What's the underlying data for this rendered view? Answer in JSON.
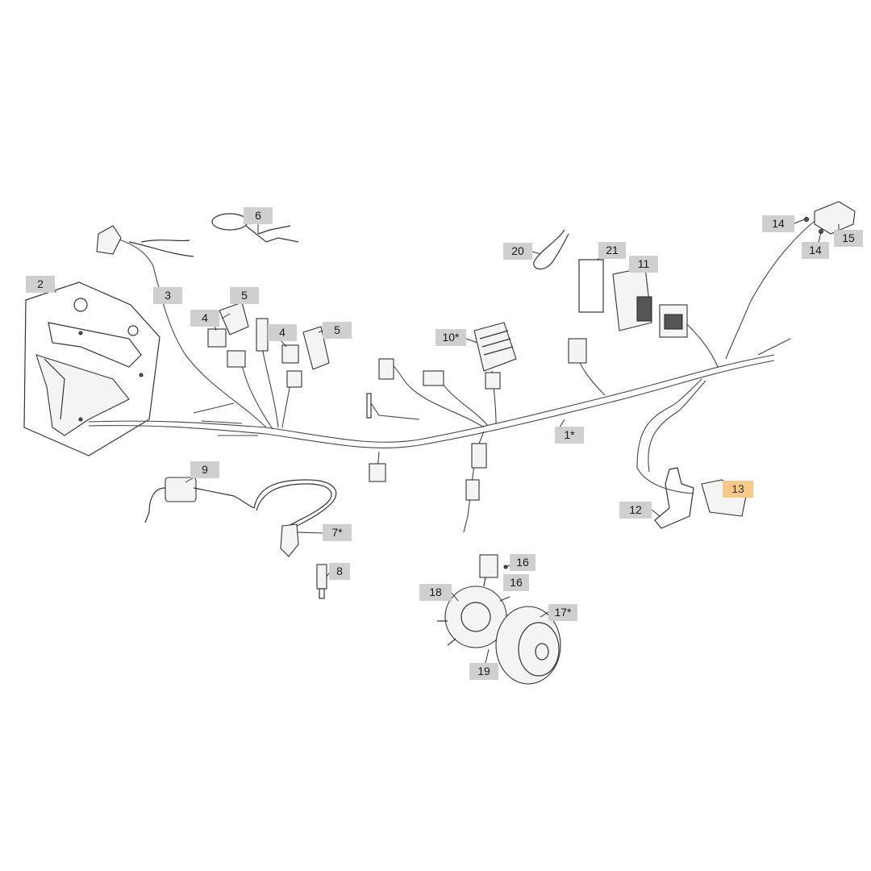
{
  "diagram": {
    "callouts": [
      {
        "id": "c-1",
        "label": "1*"
      },
      {
        "id": "c-2",
        "label": "2"
      },
      {
        "id": "c-3",
        "label": "3"
      },
      {
        "id": "c-4a",
        "label": "4"
      },
      {
        "id": "c-4b",
        "label": "4"
      },
      {
        "id": "c-5a",
        "label": "5"
      },
      {
        "id": "c-5b",
        "label": "5"
      },
      {
        "id": "c-6",
        "label": "6"
      },
      {
        "id": "c-7",
        "label": "7*"
      },
      {
        "id": "c-8",
        "label": "8"
      },
      {
        "id": "c-9",
        "label": "9"
      },
      {
        "id": "c-10",
        "label": "10*"
      },
      {
        "id": "c-11",
        "label": "11"
      },
      {
        "id": "c-12",
        "label": "12"
      },
      {
        "id": "c-13",
        "label": "13",
        "highlighted": true
      },
      {
        "id": "c-14a",
        "label": "14"
      },
      {
        "id": "c-14b",
        "label": "14"
      },
      {
        "id": "c-15",
        "label": "15"
      },
      {
        "id": "c-16a",
        "label": "16"
      },
      {
        "id": "c-16b",
        "label": "16"
      },
      {
        "id": "c-17",
        "label": "17*"
      },
      {
        "id": "c-18",
        "label": "18"
      },
      {
        "id": "c-19",
        "label": "19"
      },
      {
        "id": "c-20",
        "label": "20"
      },
      {
        "id": "c-21",
        "label": "21"
      }
    ],
    "colors": {
      "callout_bg": "#cfcfcf",
      "callout_highlight_bg": "#f7c98a",
      "line": "#333333"
    }
  }
}
